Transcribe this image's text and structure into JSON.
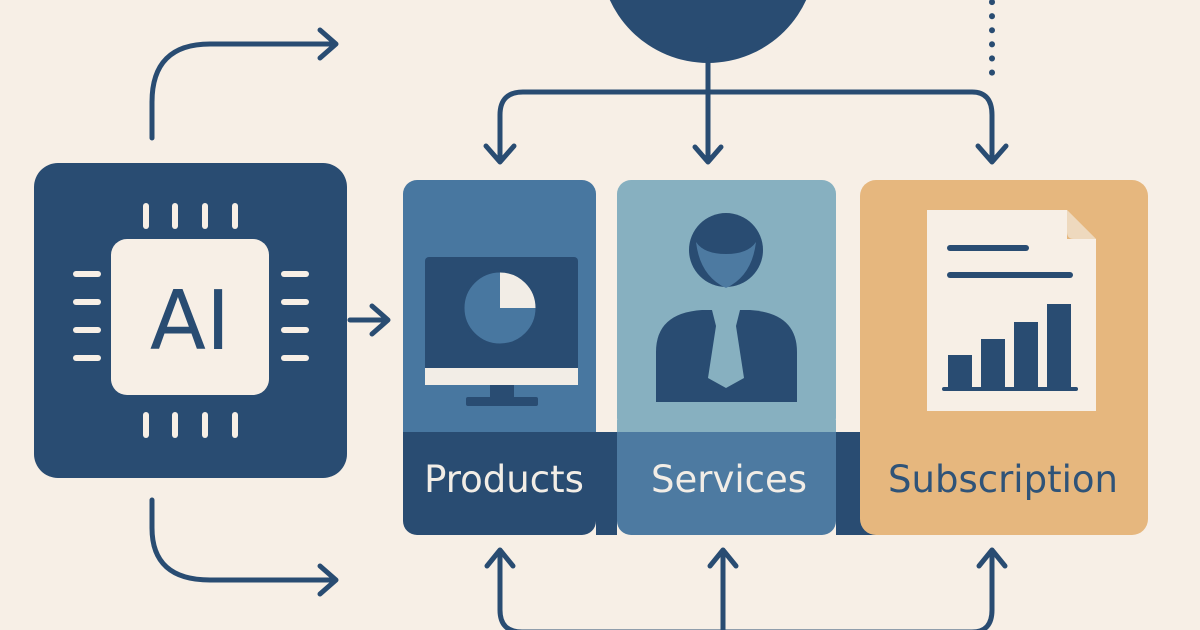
{
  "chip": {
    "text": "AI"
  },
  "boxes": [
    {
      "key": "products",
      "label": "Products",
      "icon": "monitor-pie-chart-icon"
    },
    {
      "key": "services",
      "label": "Services",
      "icon": "person-tie-icon"
    },
    {
      "key": "subscription",
      "label": "Subscription",
      "icon": "document-bar-chart-icon"
    }
  ],
  "colors": {
    "background": "#F7EFE6",
    "navy": "#294C72",
    "products_top": "#4877A0",
    "services_top": "#87B0C0",
    "services_bottom": "#4D7AA1",
    "subscription": "#E6B77E",
    "subscription_text": "#2F5378",
    "light_text": "#F2EDE6"
  }
}
